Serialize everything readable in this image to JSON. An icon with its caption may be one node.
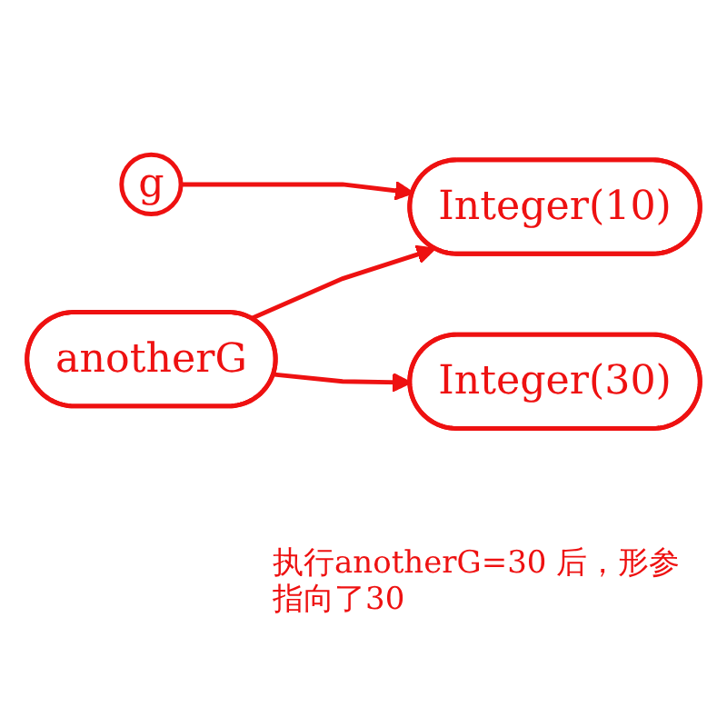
{
  "diagram": {
    "nodes": [
      {
        "text": [
          "g"
        ]
      },
      {
        "text": [
          "Integer(10)"
        ]
      },
      {
        "text": [
          "anotherG"
        ]
      },
      {
        "text": [
          "Integer(30)"
        ]
      }
    ],
    "edges": [
      {
        "from": 0,
        "to": 1,
        "arrow": "to"
      },
      {
        "from": 2,
        "to": 1,
        "arrow": "to"
      },
      {
        "from": 2,
        "to": 3,
        "arrow": "to"
      }
    ],
    "labels": [
      "执行anotherG=30 后，形参指向了30"
    ]
  }
}
